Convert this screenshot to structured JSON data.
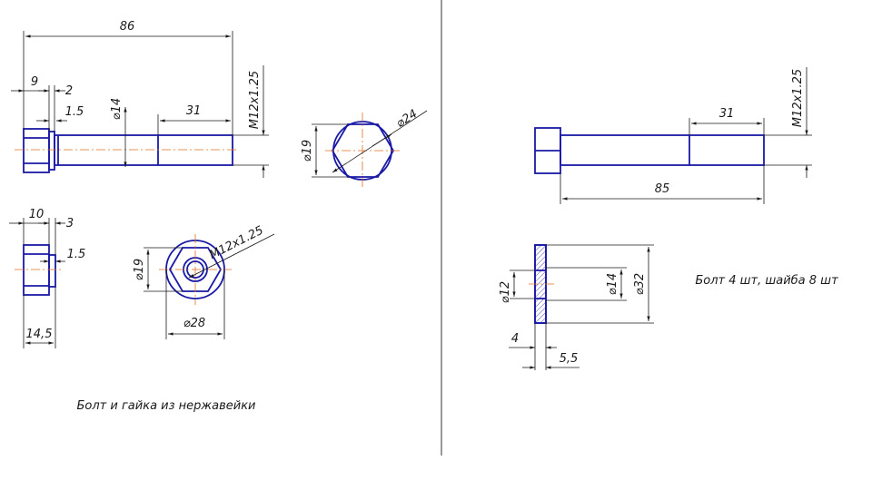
{
  "left_sheet": {
    "bolt_side": {
      "length": "86",
      "head_height": "9",
      "collar": "2",
      "collar_width": "1.5",
      "shank_dia": "⌀14",
      "thread_length": "31",
      "thread": "M12x1.25"
    },
    "bolt_end": {
      "across_flats": "⌀19",
      "across_corners": "⌀24"
    },
    "nut_side": {
      "width": "10",
      "collar": "3",
      "collar_width": "1.5",
      "total": "14,5"
    },
    "nut_front": {
      "thread": "M12x1.25",
      "across_flats": "⌀19",
      "flange_dia": "⌀28"
    },
    "caption": "Болт и гайка из нержавейки"
  },
  "right_sheet": {
    "bolt": {
      "thread_length": "31",
      "thread": "M12x1.25",
      "length": "85"
    },
    "washer": {
      "inner_dia": "⌀12",
      "mid_dia": "⌀14",
      "outer_dia": "⌀32",
      "thickness_a": "4",
      "thickness_b": "5,5"
    },
    "caption": "Болт 4 шт, шайба 8 шт"
  },
  "colors": {
    "part_outline": "#1a1aa6",
    "center_line": "#e07020",
    "dimension_line": "#1a1a1a"
  }
}
